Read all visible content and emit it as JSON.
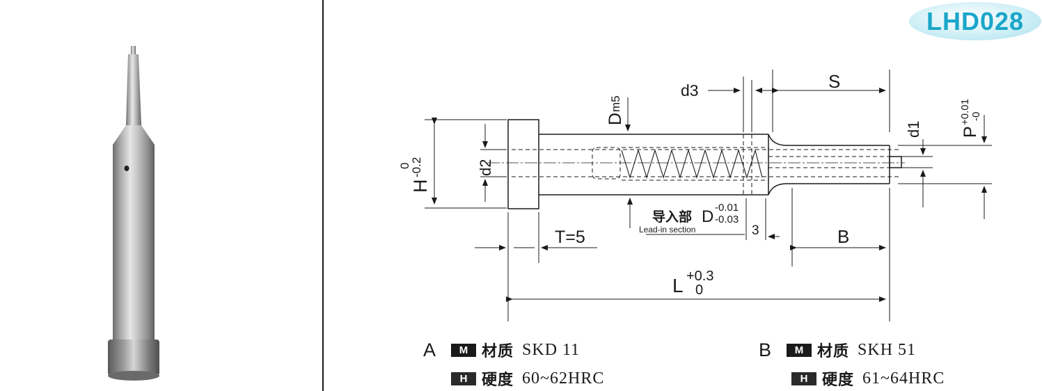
{
  "code": "LHD028",
  "dims": {
    "d3": "d3",
    "s": "S",
    "dm5_base": "D",
    "dm5_sub": "m5",
    "d1": "d1",
    "p_base": "P",
    "p_sup": "+0.01",
    "p_sub": "-0",
    "h_base": "H",
    "h_tol_top": "0",
    "h_tol_bottom": "-0.2",
    "d2": "d2",
    "lead_cn": "导入部",
    "lead_d": "D",
    "lead_sup": "-0.01",
    "lead_sub": "-0.03",
    "lead_en": "Lead-in section",
    "three": "3",
    "t": "T=5",
    "b": "B",
    "l_base": "L",
    "l_sup": "+0.3",
    "l_sub": "0"
  },
  "specs": {
    "a": {
      "grade": "A",
      "m_tag": "M",
      "material_label": "材质",
      "material": "SKD 11",
      "h_tag": "H",
      "hardness_label": "硬度",
      "hardness": "60~62HRC"
    },
    "b": {
      "grade": "B",
      "m_tag": "M",
      "material_label": "材质",
      "material": "SKH 51",
      "h_tag": "H",
      "hardness_label": "硬度",
      "hardness": "61~64HRC"
    }
  }
}
